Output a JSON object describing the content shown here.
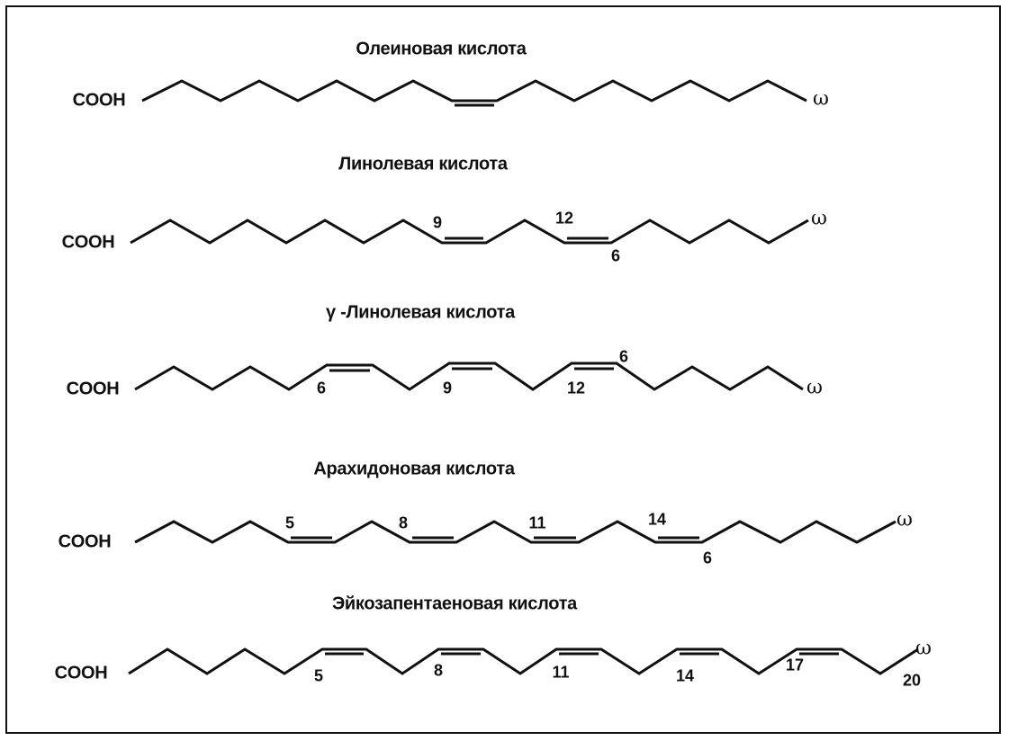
{
  "acids": [
    {
      "title": "Олеиновая кислота",
      "head": "COOH",
      "tail": "ω",
      "labels": []
    },
    {
      "title": "Линолевая кислота",
      "head": "COOH",
      "tail": "ω",
      "labels": [
        "9",
        "12",
        "6"
      ]
    },
    {
      "title": "γ -Линолевая кислота",
      "head": "COOH",
      "tail": "ω",
      "labels": [
        "6",
        "9",
        "12",
        "6"
      ]
    },
    {
      "title": "Арахидоновая кислота",
      "head": "COOH",
      "tail": "ω",
      "labels": [
        "5",
        "8",
        "11",
        "14",
        "6"
      ]
    },
    {
      "title": "Эйкозапентаеновая кислота",
      "head": "COOH",
      "tail": "ω",
      "labels": [
        "5",
        "8",
        "11",
        "14",
        "17",
        "20"
      ]
    }
  ]
}
